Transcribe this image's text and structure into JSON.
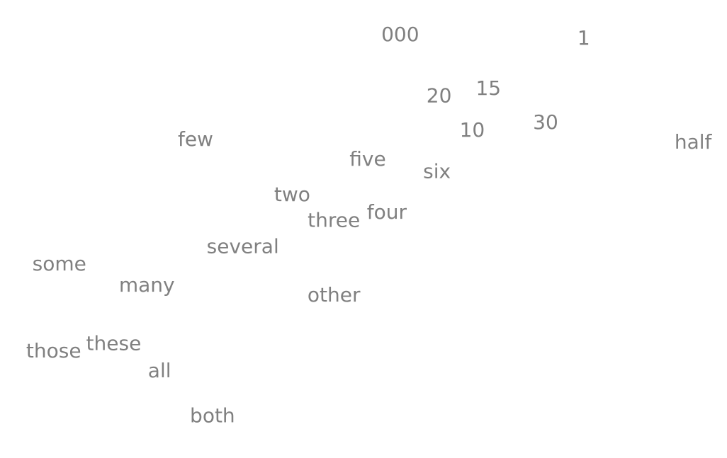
{
  "chart_data": {
    "type": "scatter",
    "title": "",
    "xlabel": "",
    "ylabel": "",
    "grid": false,
    "legend": "none",
    "axes_visible": false,
    "text_color": "#808080",
    "points": [
      {
        "label": "000",
        "x": 0.549,
        "y": 0.959
      },
      {
        "label": "1",
        "x": 0.809,
        "y": 0.951
      },
      {
        "label": "15",
        "x": 0.674,
        "y": 0.831
      },
      {
        "label": "20",
        "x": 0.604,
        "y": 0.813
      },
      {
        "label": "30",
        "x": 0.755,
        "y": 0.75
      },
      {
        "label": "10",
        "x": 0.651,
        "y": 0.731
      },
      {
        "label": "half",
        "x": 0.964,
        "y": 0.702
      },
      {
        "label": "few",
        "x": 0.259,
        "y": 0.709
      },
      {
        "label": "five",
        "x": 0.503,
        "y": 0.662
      },
      {
        "label": "six",
        "x": 0.601,
        "y": 0.632
      },
      {
        "label": "two",
        "x": 0.396,
        "y": 0.577
      },
      {
        "label": "four",
        "x": 0.53,
        "y": 0.535
      },
      {
        "label": "three",
        "x": 0.455,
        "y": 0.515
      },
      {
        "label": "several",
        "x": 0.326,
        "y": 0.453
      },
      {
        "label": "some",
        "x": 0.066,
        "y": 0.411
      },
      {
        "label": "many",
        "x": 0.19,
        "y": 0.36
      },
      {
        "label": "other",
        "x": 0.455,
        "y": 0.337
      },
      {
        "label": "these",
        "x": 0.143,
        "y": 0.221
      },
      {
        "label": "those",
        "x": 0.058,
        "y": 0.203
      },
      {
        "label": "all",
        "x": 0.208,
        "y": 0.156
      },
      {
        "label": "both",
        "x": 0.283,
        "y": 0.048
      }
    ]
  }
}
